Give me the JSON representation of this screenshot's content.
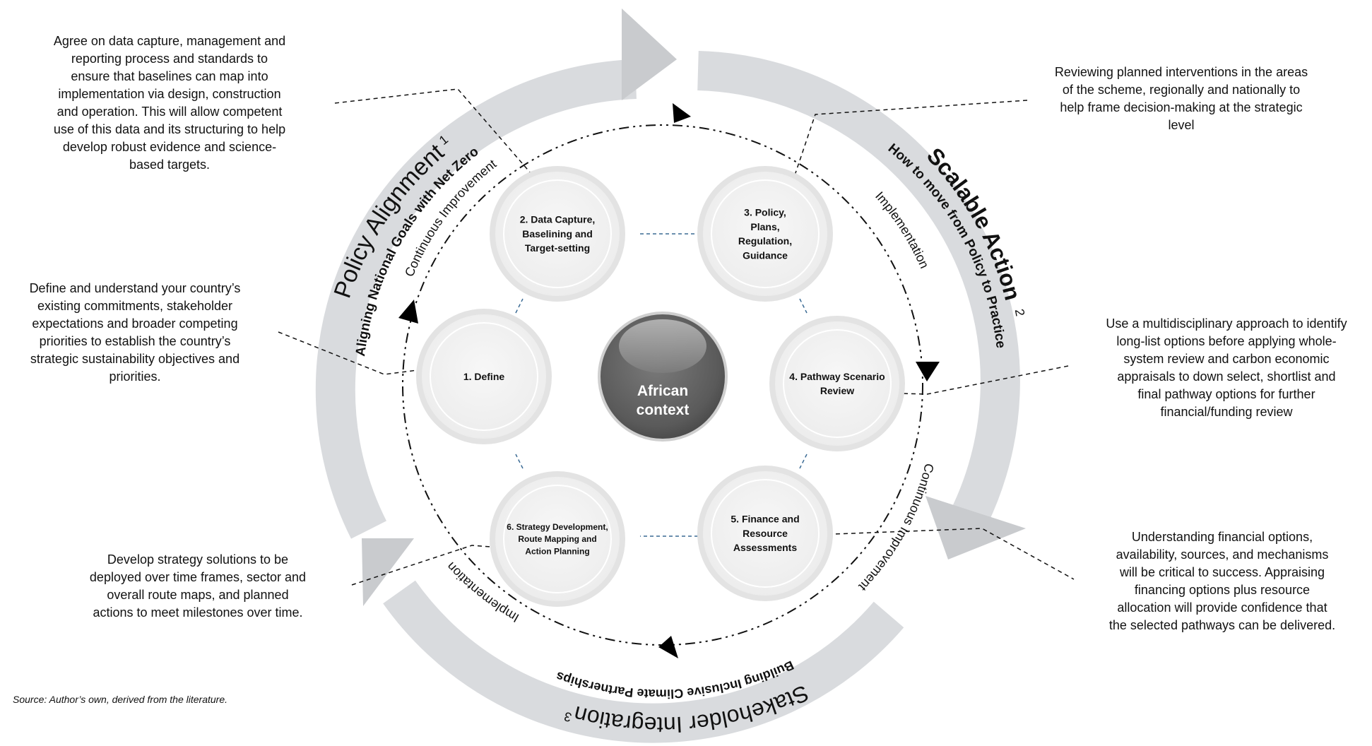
{
  "center": {
    "line1": "African",
    "line2": "context"
  },
  "nodes": [
    {
      "lines": [
        "1. Define"
      ]
    },
    {
      "lines": [
        "2. Data Capture,",
        "Baselining and",
        "Target-setting"
      ]
    },
    {
      "lines": [
        "3. Policy,",
        "Plans,",
        "Regulation,",
        "Guidance"
      ]
    },
    {
      "lines": [
        "4. Pathway Scenario",
        "Review"
      ]
    },
    {
      "lines": [
        "5. Finance and",
        "Resource",
        "Assessments"
      ]
    },
    {
      "lines": [
        "6. Strategy Development,",
        "Route Mapping and",
        "Action Planning"
      ]
    }
  ],
  "arcs": {
    "policy_title": "Policy Alignment",
    "policy_number": "1",
    "policy_subtitle": "Aligning National Goals with Net Zero",
    "scalable_title": "Scalable Action",
    "scalable_number": "2",
    "scalable_subtitle": "How to move from Policy to Practice",
    "stakeholder_title": "Stakeholder Integration",
    "stakeholder_number": "3",
    "stakeholder_subtitle": "Building Inclusive Climate Partnerships"
  },
  "cycle_labels": {
    "continuous_improvement_top": "Continuous Improvement",
    "implementation_right": "Implementation",
    "continuous_improvement_bottom": "Continuous Improvement",
    "implementation_left": "Implementation"
  },
  "descriptions": {
    "data_capture": [
      "Agree on data capture, management and",
      "reporting process and standards to",
      "ensure that baselines can map into",
      "implementation via design, construction",
      "and operation. This will allow competent",
      "use of this data and its structuring to help",
      "develop robust evidence and science-",
      "based targets."
    ],
    "define": [
      "Define and understand your country’s",
      "existing commitments, stakeholder",
      "expectations and broader competing",
      "priorities to establish the country’s",
      "strategic sustainability objectives and",
      "priorities."
    ],
    "strategy": [
      "Develop strategy solutions to be",
      "deployed over time frames, sector and",
      "overall route maps, and planned",
      "actions to meet milestones over time."
    ],
    "policy": [
      "Reviewing planned interventions in the areas",
      "of the scheme, regionally and nationally to",
      "help frame decision-making at the strategic",
      "level"
    ],
    "pathway": [
      "Use a multidisciplinary approach to identify",
      "long-list options before applying whole-",
      "system review and carbon economic",
      "appraisals to down select, shortlist and",
      "final pathway options for further",
      "financial/funding review"
    ],
    "finance": [
      "Understanding financial options,",
      "availability, sources, and mechanisms",
      "will be critical to success. Appraising",
      "financing options plus resource",
      "allocation will provide confidence that",
      "the selected pathways can be delivered."
    ]
  },
  "source": "Source: Author’s own, derived from the literature.",
  "colors": {
    "ring": "#d9dbde",
    "ring_arrow": "#c9cbce",
    "node_fill": "#f2f2f2",
    "node_stroke": "#e3e3e3",
    "center": "#5f5f5f",
    "hex_dash": "#3a6a94"
  }
}
